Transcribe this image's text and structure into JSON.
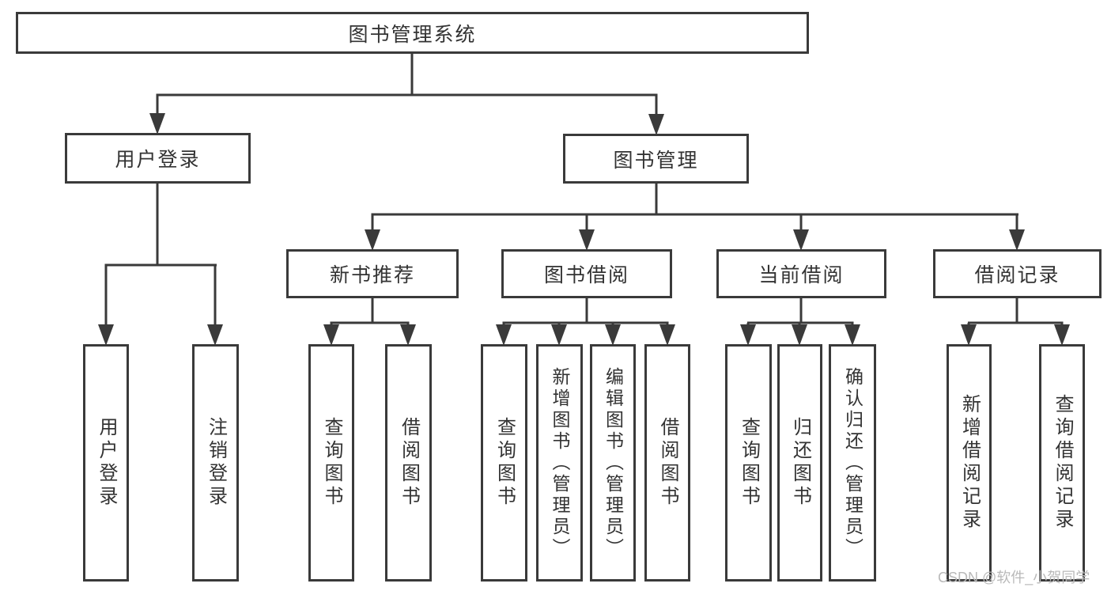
{
  "diagram": {
    "type": "functional-structure-tree",
    "tree": {
      "root": {
        "label": "图书管理系统",
        "children": [
          {
            "label": "用户登录",
            "children": [
              {
                "label": "用户登录"
              },
              {
                "label": "注销登录"
              }
            ]
          },
          {
            "label": "图书管理",
            "children": [
              {
                "label": "新书推荐",
                "children": [
                  {
                    "label": "查询图书"
                  },
                  {
                    "label": "借阅图书"
                  }
                ]
              },
              {
                "label": "图书借阅",
                "children": [
                  {
                    "label": "查询图书"
                  },
                  {
                    "label": "新增图书（管理员）"
                  },
                  {
                    "label": "编辑图书（管理员）"
                  },
                  {
                    "label": "借阅图书"
                  }
                ]
              },
              {
                "label": "当前借阅",
                "children": [
                  {
                    "label": "查询图书"
                  },
                  {
                    "label": "归还图书"
                  },
                  {
                    "label": "确认归还（管理员）"
                  }
                ]
              },
              {
                "label": "借阅记录",
                "children": [
                  {
                    "label": "新增借阅记录"
                  },
                  {
                    "label": "查询借阅记录"
                  }
                ]
              }
            ]
          }
        ]
      }
    },
    "colors": {
      "line": "#3a3a3a",
      "node_border": "#3a3a3a",
      "node_text": "#333333",
      "background": "#ffffff",
      "watermark_text_color": "#b9b9b9"
    },
    "watermark": {
      "text": "CSDN @软件_小贺同学"
    }
  }
}
